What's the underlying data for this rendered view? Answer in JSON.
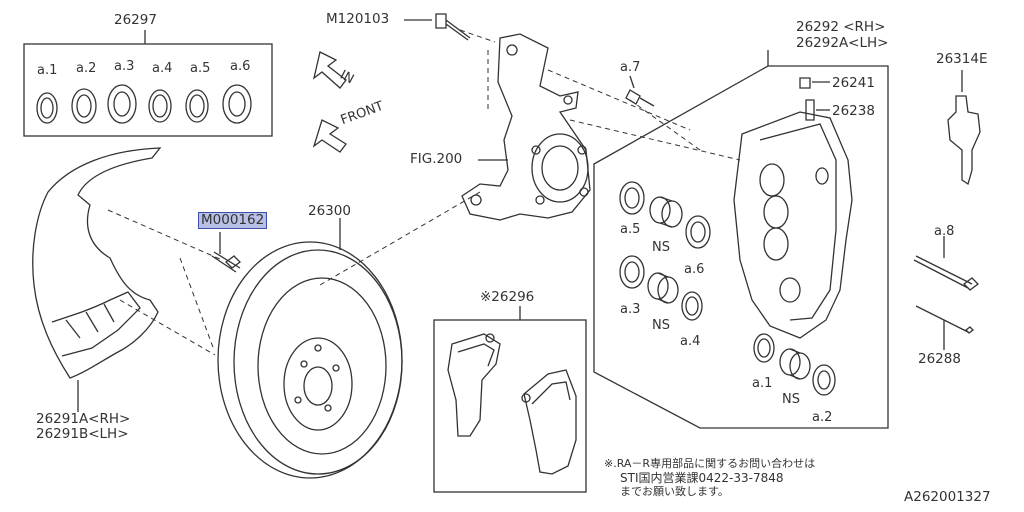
{
  "diagram": {
    "parts": {
      "seal_kit": "26297",
      "bolt_knuckle": "M120103",
      "caliper_rh": "26292 <RH>",
      "caliper_lh": "26292A<LH>",
      "pad_clip": "26314E",
      "bleeder_cap": "26241",
      "bleeder_screw": "26238",
      "knuckle_ref": "FIG.200",
      "bolt_highlighted": "M000162",
      "rotor": "26300",
      "pad_kit": "※26296",
      "cover_rh": "26291A<RH>",
      "cover_lh": "26291B<LH>",
      "pin": "26288"
    },
    "seal_labels": [
      "a.1",
      "a.2",
      "a.3",
      "a.4",
      "a.5",
      "a.6"
    ],
    "caliper_labels": {
      "a5": "a.5",
      "ns1": "NS",
      "a6": "a.6",
      "a3": "a.3",
      "ns2": "NS",
      "a4": "a.4",
      "a1": "a.1",
      "ns3": "NS",
      "a2": "a.2",
      "a7": "a.7",
      "a8": "a.8"
    },
    "arrows": {
      "in": "IN",
      "front": "FRONT"
    },
    "note_lines": [
      "※.RA－R専用部品に関するお問い合わせは",
      "STI国内営業課0422-33-7848",
      "までお願い致します。"
    ],
    "diagram_id": "A262001327"
  }
}
